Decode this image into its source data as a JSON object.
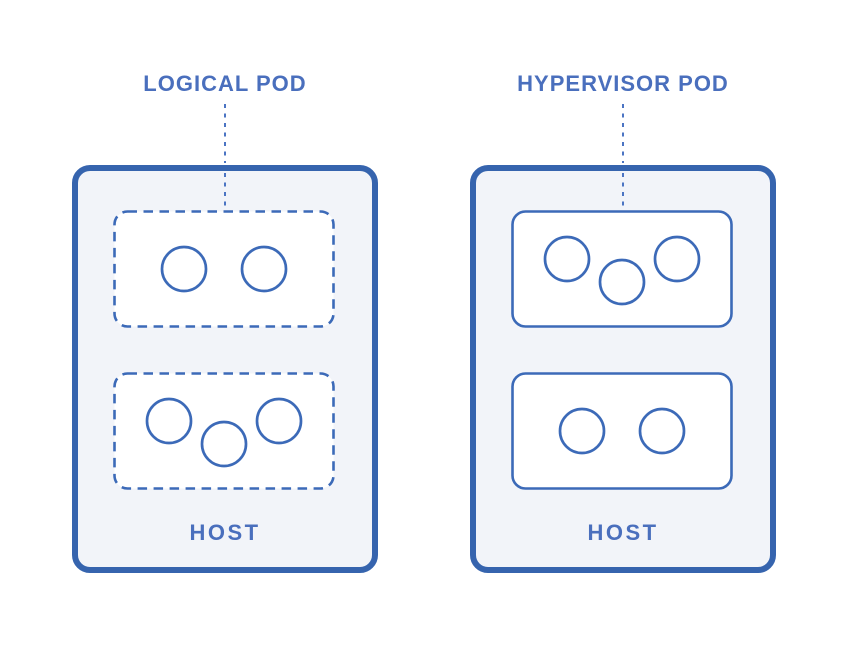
{
  "colors": {
    "background": "#ffffff",
    "host_border": "#3664ae",
    "host_fill": "#f2f4f9",
    "pod_stroke": "#3c6ab8",
    "pod_fill": "#ffffff",
    "label_text": "#4a6fbd",
    "connector": "#4b74c3"
  },
  "groups": [
    {
      "label": "LOGICAL POD",
      "host_label": "HOST",
      "pod_border_style": "dashed",
      "pods": [
        {
          "layout": "pair",
          "containers": 2
        },
        {
          "layout": "cluster",
          "containers": 3
        }
      ]
    },
    {
      "label": "HYPERVISOR POD",
      "host_label": "HOST",
      "pod_border_style": "solid",
      "pods": [
        {
          "layout": "cluster",
          "containers": 3
        },
        {
          "layout": "pair",
          "containers": 2
        }
      ]
    }
  ]
}
